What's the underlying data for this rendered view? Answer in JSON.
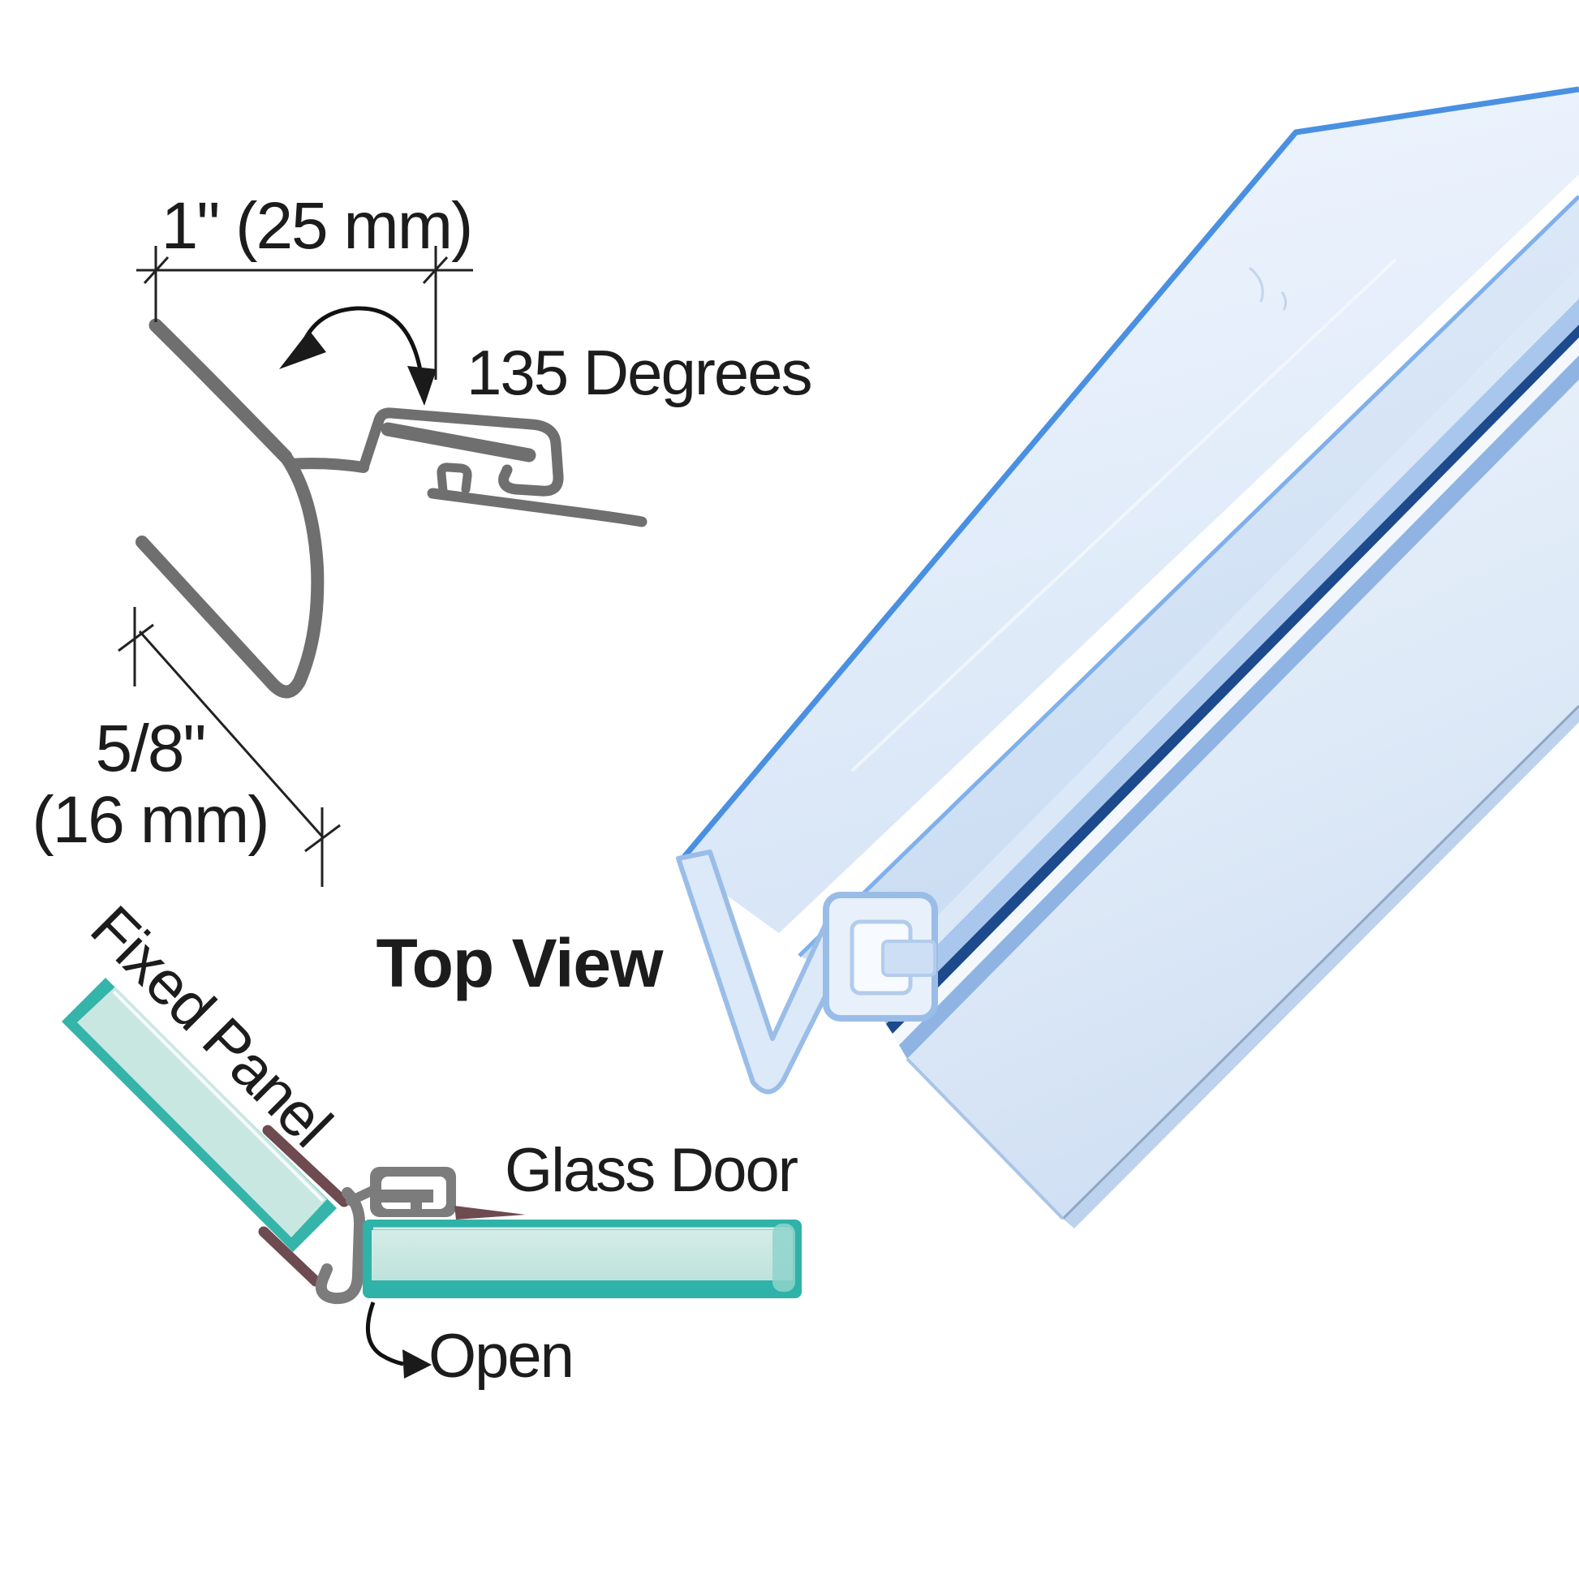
{
  "diagram": {
    "dimension_width_label": "1\" (25 mm)",
    "angle_label": "135 Degrees",
    "dimension_depth_fraction": "5/8\"",
    "dimension_depth_metric": "(16 mm)",
    "view_label": "Top View",
    "fixed_panel_label": "Fixed Panel",
    "glass_door_label": "Glass Door",
    "open_label": "Open"
  },
  "colors": {
    "background": "#ffffff",
    "line_ink": "#1c1c1c",
    "profile_gray": "#6f6f6f",
    "seal_gray": "#7c7c7c",
    "seal_maroon": "#6d4b50",
    "glass_edge_teal": "#2fb2a8",
    "glass_fill_teal": "#c9e7e2",
    "vinyl_edge_blue": "#4a90e2",
    "vinyl_surface_blue": "#e9f0fb",
    "vinyl_mid_blue": "#a9c7ec",
    "vinyl_dark_accent": "#1d4a8c"
  }
}
